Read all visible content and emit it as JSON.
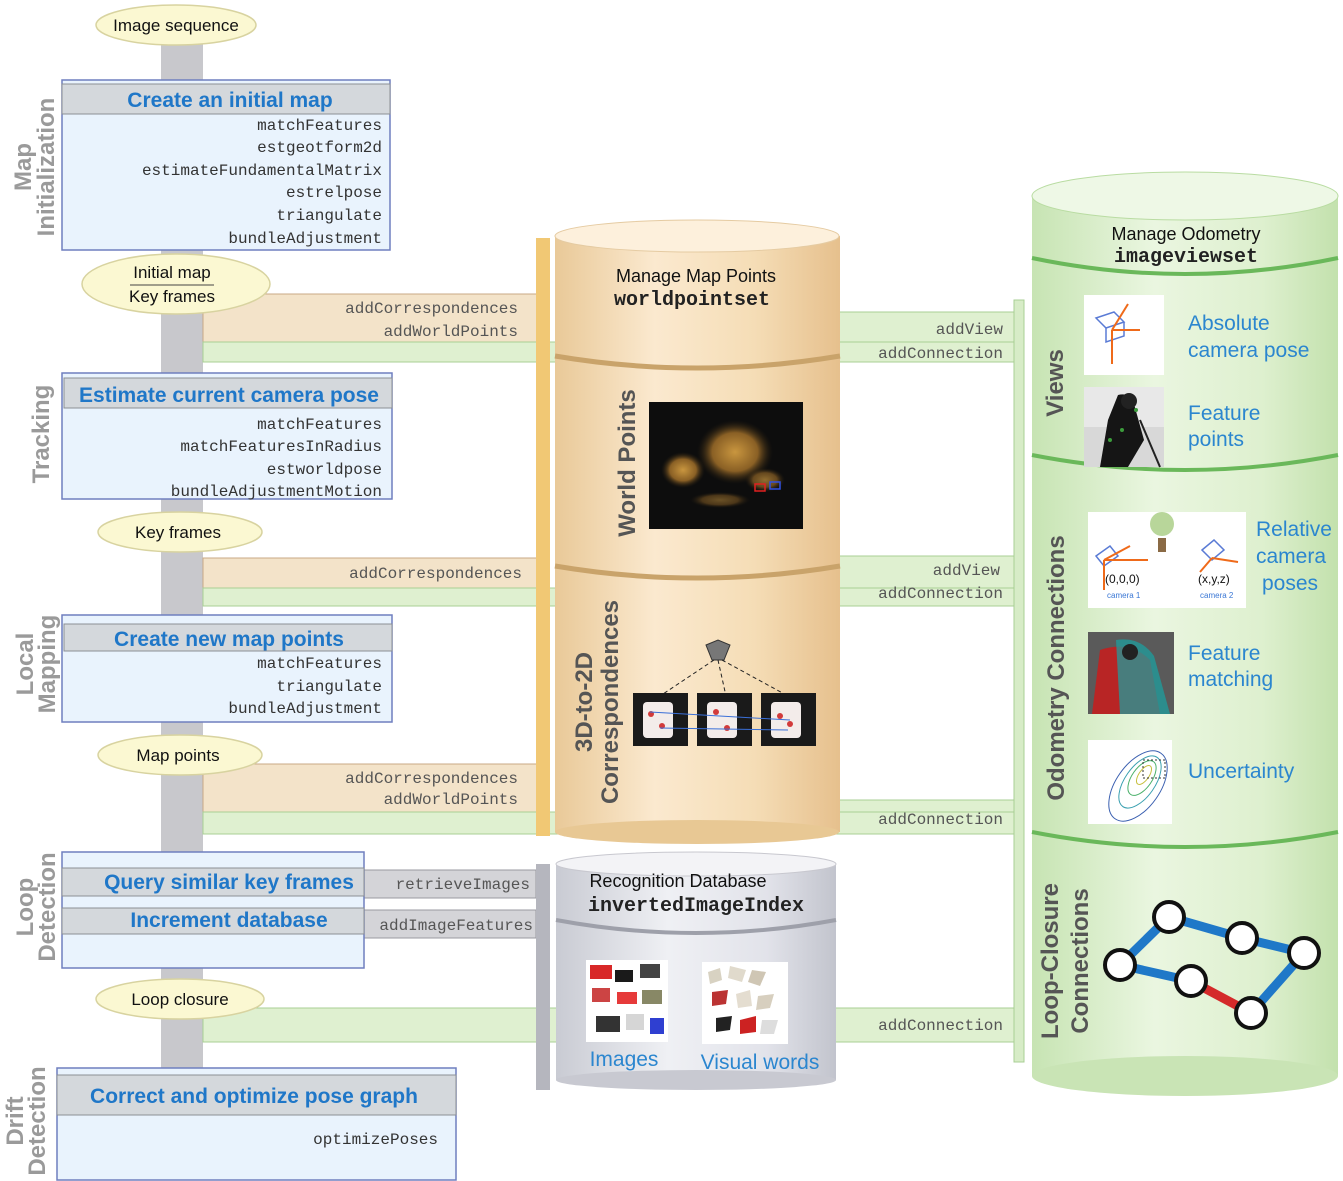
{
  "input_label": "Image sequence",
  "stages": {
    "map_initialization": "Map Initialization",
    "tracking": "Tracking",
    "local_mapping": "Local Mapping",
    "loop_detection": "Loop Detection",
    "drift_detection": "Drift Detection"
  },
  "boxes": {
    "initial_map": {
      "title": "Create an initial map",
      "functions": [
        "matchFeatures",
        "estgeotform2d",
        "estimateFundamentalMatrix",
        "estrelpose",
        "triangulate",
        "bundleAdjustment"
      ]
    },
    "tracking": {
      "title": "Estimate current camera pose",
      "functions": [
        "matchFeatures",
        "matchFeaturesInRadius",
        "estworldpose",
        "bundleAdjustmentMotion"
      ]
    },
    "local_mapping": {
      "title": "Create new map points",
      "functions": [
        "matchFeatures",
        "triangulate",
        "bundleAdjustment"
      ]
    },
    "loop_detection": {
      "query_title": "Query similar key frames",
      "increment_title": "Increment database"
    },
    "drift": {
      "title": "Correct and optimize pose graph",
      "functions": [
        "optimizePoses"
      ]
    }
  },
  "ovals": {
    "initial_map": "Initial map",
    "key_frames_1": "Key frames",
    "key_frames_2": "Key frames",
    "map_points": "Map points",
    "loop_closure": "Loop closure"
  },
  "connectors": {
    "init_add_corr": "addCorrespondences",
    "init_add_world": "addWorldPoints",
    "init_add_view": "addView",
    "init_add_conn": "addConnection",
    "track_add_corr": "addCorrespondences",
    "track_add_view": "addView",
    "track_add_conn": "addConnection",
    "local_add_corr": "addCorrespondences",
    "local_add_world": "addWorldPoints",
    "local_add_conn": "addConnection",
    "retrieve": "retrieveImages",
    "add_features": "addImageFeatures",
    "loop_add_conn": "addConnection"
  },
  "map_points_db": {
    "title": "Manage Map Points",
    "class": "worldpointset",
    "section_world": "World Points",
    "section_corr_1": "3D-to-2D",
    "section_corr_2": "Correspondences"
  },
  "recognition_db": {
    "title": "Recognition Database",
    "class": "invertedImageIndex",
    "images_label": "Images",
    "words_label": "Visual words"
  },
  "odometry_db": {
    "title": "Manage Odometry",
    "class": "imageviewset",
    "section_views": "Views",
    "section_odometry": "Odometry Connections",
    "section_loop_1": "Loop-Closure",
    "section_loop_2": "Connections",
    "views_items": [
      "Absolute",
      "camera pose",
      "Feature",
      "points"
    ],
    "odometry_items": [
      "Relative",
      "camera",
      "poses",
      "Feature",
      "matching",
      "Uncertainty"
    ],
    "relpose_origin": "(0,0,0)",
    "relpose_xyz": "(x,y,z)",
    "relpose_cam1": "camera 1",
    "relpose_cam2": "camera 2"
  },
  "colors": {
    "title_blue": "#1f77c8",
    "side_blue": "#2b86cf",
    "box_fill": "#e9f3fd",
    "box_border": "#6f7fbf",
    "tan_band": "#f3e3c9",
    "green_band": "#dff0d0",
    "gold_bar": "#f1c874",
    "oval_fill": "#fbf8d2",
    "loop_edge_blue": "#1f78c8",
    "loop_edge_red": "#d42a2a"
  }
}
